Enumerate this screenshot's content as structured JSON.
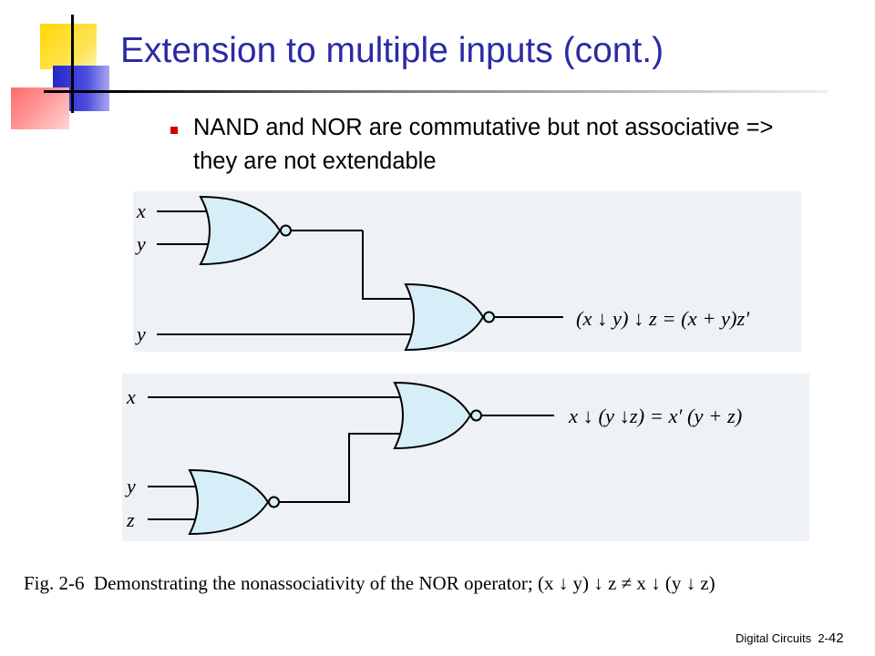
{
  "slide": {
    "title": "Extension to multiple inputs (cont.)",
    "bullet": "NAND and NOR are commutative but not associative => they are not extendable"
  },
  "diagram_top": {
    "input_1": "x",
    "input_2": "y",
    "input_3": "y",
    "output_expression": "(x ↓ y) ↓ z = (x + y)z′"
  },
  "diagram_bottom": {
    "input_1": "x",
    "input_2": "y",
    "input_3": "z",
    "output_expression": "x ↓ (y ↓z) = x′ (y + z)"
  },
  "caption": {
    "fig_label": "Fig. 2-6",
    "text": "Demonstrating the nonassociativity of the NOR operator; (x ↓ y) ↓ z ≠ x ↓ (y ↓ z)"
  },
  "footer": {
    "course": "Digital Circuits",
    "chapter": "2-",
    "page": "42"
  },
  "colors": {
    "title": "#2a2aa6",
    "gate_fill": "#d6eef8",
    "panel_bg": "#eef2f6",
    "bullet": "#d00000"
  }
}
